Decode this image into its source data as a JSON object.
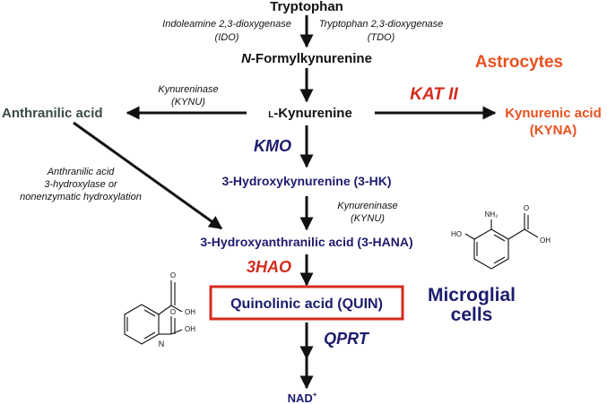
{
  "colors": {
    "navy": "#1c1c6e",
    "red": "#d52b1e",
    "orange": "#e8501e",
    "gray": "#3a4a42",
    "black": "#111111"
  },
  "nodes": {
    "tryptophan": "Tryptophan",
    "n_formyl_prefix": "N",
    "n_formyl_rest": "-Formylkynurenine",
    "l_prefix": "L",
    "l_kynurenine_rest": "-Kynurenine",
    "anthranilic_acid": "Anthranilic acid",
    "kynurenic_acid": "Kynurenic acid",
    "kyna": "(KYNA)",
    "three_hk": "3-Hydroxykynurenine (3-HK)",
    "three_hana": "3-Hydroxyanthranilic acid (3-HANA)",
    "quin": "Quinolinic acid (QUIN)",
    "nad": "NAD",
    "nad_sup": "+"
  },
  "enzymes": {
    "ido_name": "Indoleamine 2,3-dioxygenase",
    "ido_abbr": "(IDO)",
    "tdo_name": "Tryptophan 2,3-dioxygenase",
    "tdo_abbr": "(TDO)",
    "kynu1_name": "Kynureninase",
    "kynu1_abbr": "(KYNU)",
    "kat2": "KAT II",
    "kmo": "KMO",
    "anth_line1": "Anthranilic acid",
    "anth_line2": "3-hydroxylase or",
    "anth_line3": "nonenzymatic hydroxylation",
    "kynu2_name": "Kynureninase",
    "kynu2_abbr": "(KYNU)",
    "three_hao": "3HAO",
    "qprt": "QPRT"
  },
  "cells": {
    "astrocytes": "Astrocytes",
    "microglial_line1": "Microglial",
    "microglial_line2": "cells"
  },
  "structures": {
    "hana_nh2": "NH₂",
    "hana_ho": "HO",
    "hana_o": "O",
    "hana_oh": "OH",
    "quin_n": "N",
    "quin_o1": "O",
    "quin_oh1": "OH",
    "quin_o2": "O",
    "quin_oh2": "OH"
  }
}
